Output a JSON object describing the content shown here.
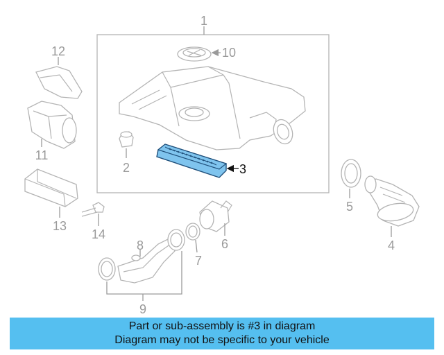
{
  "labels": {
    "l1": "1",
    "l2": "2",
    "l3": "3",
    "l4": "4",
    "l5": "5",
    "l6": "6",
    "l7": "7",
    "l8": "8",
    "l9": "9",
    "l10": "10",
    "l11": "11",
    "l12": "12",
    "l13": "13",
    "l14": "14"
  },
  "highlight_part": "3",
  "colors": {
    "highlight_fill": "#7fc4ee",
    "highlight_stroke": "#1f4f7a",
    "banner_bg": "#55bff0",
    "line_gray": "#b4b4b4"
  },
  "banner": {
    "line1": "Part or sub-assembly is #3 in diagram",
    "line2": "Diagram may not be specific to your vehicle"
  }
}
